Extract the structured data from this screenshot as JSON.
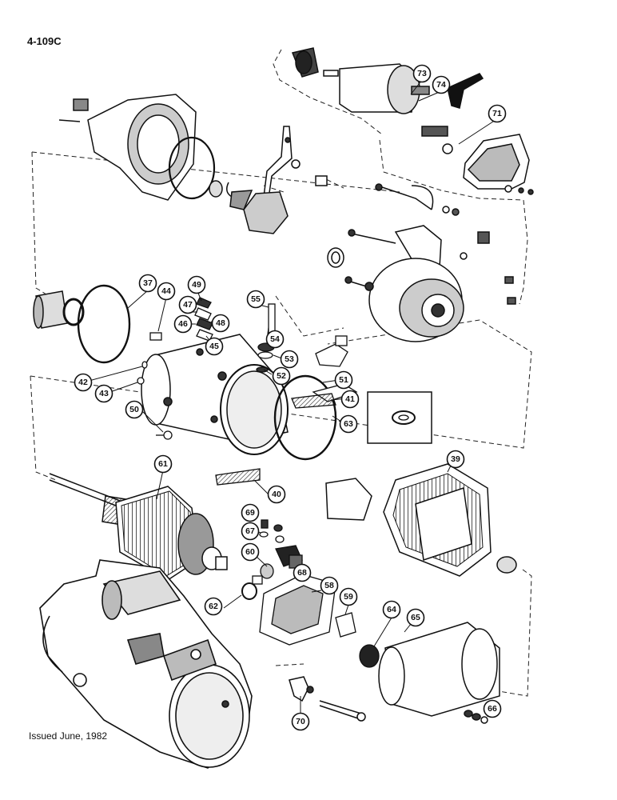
{
  "page_code": "4-109C",
  "issued_note": "Issued June, 1982",
  "callouts": [
    {
      "id": "c73",
      "label": "73"
    },
    {
      "id": "c74",
      "label": "74"
    },
    {
      "id": "c71",
      "label": "71"
    },
    {
      "id": "c37",
      "label": "37"
    },
    {
      "id": "c44",
      "label": "44"
    },
    {
      "id": "c49",
      "label": "49"
    },
    {
      "id": "c47",
      "label": "47"
    },
    {
      "id": "c48",
      "label": "48"
    },
    {
      "id": "c46",
      "label": "46"
    },
    {
      "id": "c45",
      "label": "45"
    },
    {
      "id": "c55",
      "label": "55"
    },
    {
      "id": "c54",
      "label": "54"
    },
    {
      "id": "c53",
      "label": "53"
    },
    {
      "id": "c52",
      "label": "52"
    },
    {
      "id": "c42",
      "label": "42"
    },
    {
      "id": "c43",
      "label": "43"
    },
    {
      "id": "c51",
      "label": "51"
    },
    {
      "id": "c41",
      "label": "41"
    },
    {
      "id": "c50",
      "label": "50"
    },
    {
      "id": "c63",
      "label": "63"
    },
    {
      "id": "c39",
      "label": "39"
    },
    {
      "id": "c61",
      "label": "61"
    },
    {
      "id": "c40",
      "label": "40"
    },
    {
      "id": "c69",
      "label": "69"
    },
    {
      "id": "c67",
      "label": "67"
    },
    {
      "id": "c60",
      "label": "60"
    },
    {
      "id": "c68",
      "label": "68"
    },
    {
      "id": "c62",
      "label": "62"
    },
    {
      "id": "c58",
      "label": "58"
    },
    {
      "id": "c59",
      "label": "59"
    },
    {
      "id": "c64",
      "label": "64"
    },
    {
      "id": "c65",
      "label": "65"
    },
    {
      "id": "c66",
      "label": "66"
    },
    {
      "id": "c70",
      "label": "70"
    }
  ]
}
